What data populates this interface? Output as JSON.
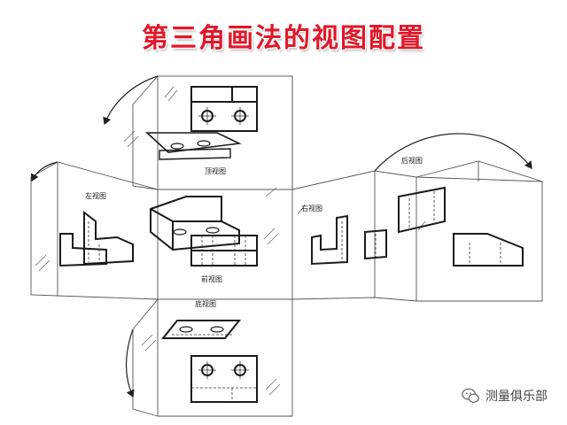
{
  "title": {
    "text": "第三角画法的视图配置",
    "fill": "#e0182a",
    "stroke": "#ffffff",
    "shadow": "#c7c7c7"
  },
  "labels": {
    "top": "顶视图",
    "left": "左视图",
    "front": "前视图",
    "right": "右视图",
    "rear": "后视图",
    "bottom": "底视图"
  },
  "watermark": {
    "text": "测量俱乐部",
    "icon": "wechat-icon"
  },
  "colors": {
    "line": "#1a1a1a",
    "panel": "#555555"
  }
}
